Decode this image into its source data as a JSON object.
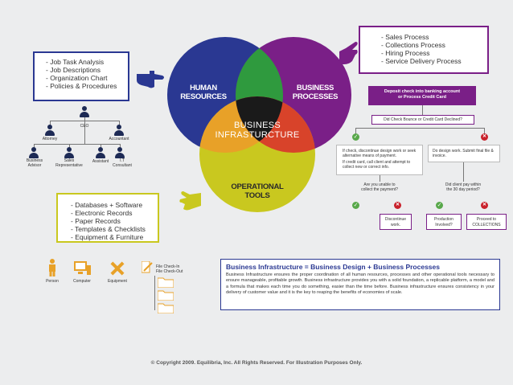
{
  "venn": {
    "human_resources": "HUMAN\nRESOURCES",
    "business_processes": "BUSINESS\nPROCESSES",
    "business_infrastructure": "BUSINESS\nINFRASTURCTURE",
    "operational_tools": "OPERATIONAL\nTOOLS",
    "colors": {
      "hr": "#2a3892",
      "bp": "#7a1f87",
      "ops": "#c9c81f",
      "hr_bp": "#2f9a3e",
      "hr_ops": "#e8a128",
      "bp_ops": "#d8432a",
      "center": "#1a1a1a"
    }
  },
  "hr_box": {
    "items": [
      "- Job Task Analysis",
      "- Job Descriptions",
      "- Organization Chart",
      "- Policies & Procedures"
    ]
  },
  "bp_box": {
    "items": [
      "- Sales Process",
      "- Collections Process",
      "- Hiring Process",
      "- Service Delivery Process"
    ]
  },
  "ops_box": {
    "items": [
      "- Databases + Software",
      "- Electronic Records",
      "- Paper Records",
      "- Templates & Checklists",
      "- Equipment & Furniture"
    ]
  },
  "org_chart": {
    "ceo": "CEO",
    "attorney": "Attorney",
    "accountant": "Accountant",
    "business_advisor": "Business\nAdvisor",
    "sales_rep": "Sales\nRepresentative",
    "assistant": "Assistant",
    "it_consultant": "I.T\nConsultant"
  },
  "tools_row": {
    "person": "Person",
    "computer": "Computer",
    "equipment": "Equipment",
    "file_check_in": "File Check-In",
    "file_check_out": "File Check-Out"
  },
  "flow": {
    "deposit": "Deposit check into banking account\nor Process Credit Card",
    "declined": "Did Check Bounce or Credit Card Declined?",
    "yes_bullets": [
      "If check, discontinue design work or seek alternative means of payment.",
      "If credit card, call client and attempt to collect new or correct info."
    ],
    "no_bullets": [
      "Do design work. Submit final file & invoice."
    ],
    "collect_question": "Are you unable to\ncollect the payment?",
    "paid_question": "Did client pay within\nthe 30 day period?",
    "discontinue": "Discontinue\nwork.",
    "production": "Production\nInvolved?",
    "proceed": "Proceed to\nCOLLECTIONS"
  },
  "info": {
    "title": "Business Infrastructure = Business Design + Business Processes",
    "body": "Business Infrastructure ensures the proper coordination of all human resources, processes and other operational tools necessary to ensure manageable, profitable growth. Business infrastructure provides you with a solid foundation, a replicable platform, a model and a formula that makes each time you do something, easier than the time before. Business infrastructure ensures consistency in your delivery of customer value and it is the key to reaping the benefits of economies of scale."
  },
  "footer": "© Copyright 2009. Equilibria, Inc. All Rights Reserved. For Illustration Purposes Only."
}
